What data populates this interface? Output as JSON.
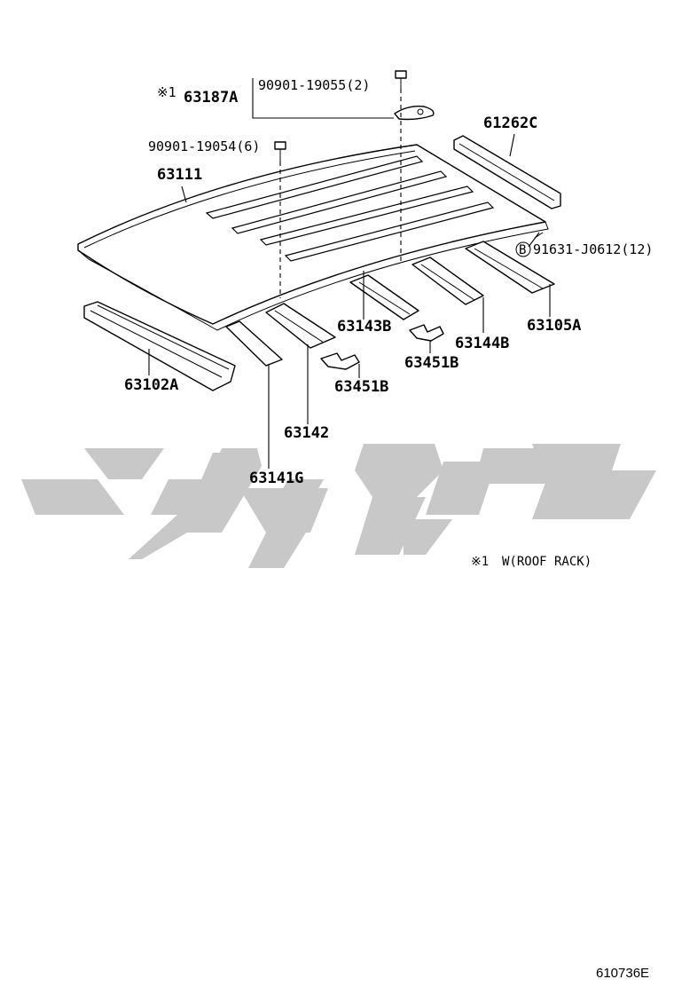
{
  "labels": {
    "marker_1": "※1",
    "p63187A": "63187A",
    "p90901_19055": "90901-19055(2)",
    "p90901_19054": "90901-19054(6)",
    "p63111": "63111",
    "p61262C": "61262C",
    "circle_B": "B",
    "p91631_J0612": "91631-J0612(12)",
    "p63143B": "63143B",
    "p63144B": "63144B",
    "p63105A": "63105A",
    "p63451B_a": "63451B",
    "p63451B_b": "63451B",
    "p63102A": "63102A",
    "p63142": "63142",
    "p63141G": "63141G"
  },
  "footnote": {
    "marker": "※1",
    "text": "W(ROOF RACK)"
  },
  "figure_id": "610736E",
  "colors": {
    "line": "#000000",
    "background": "#ffffff",
    "watermark": "#c8c8c8"
  }
}
